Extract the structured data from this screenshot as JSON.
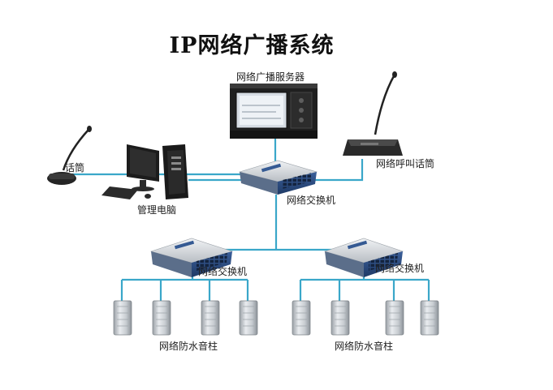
{
  "title": "IP网络广播系统",
  "labels": {
    "server": "网络广播服务器",
    "paging_mic": "网络呼叫话筒",
    "mic": "话筒",
    "pc": "管理电脑",
    "core_switch": "网络交换机",
    "left_switch": "网络交换机",
    "right_switch": "网络交换机",
    "left_speakers": "网络防水音柱",
    "right_speakers": "网络防水音柱"
  },
  "colors": {
    "cable": "#3aa7c9",
    "device_dark": "#2a2a2a",
    "device_silver": "#d9dde2",
    "switch_blue": "#2b4f8a"
  }
}
